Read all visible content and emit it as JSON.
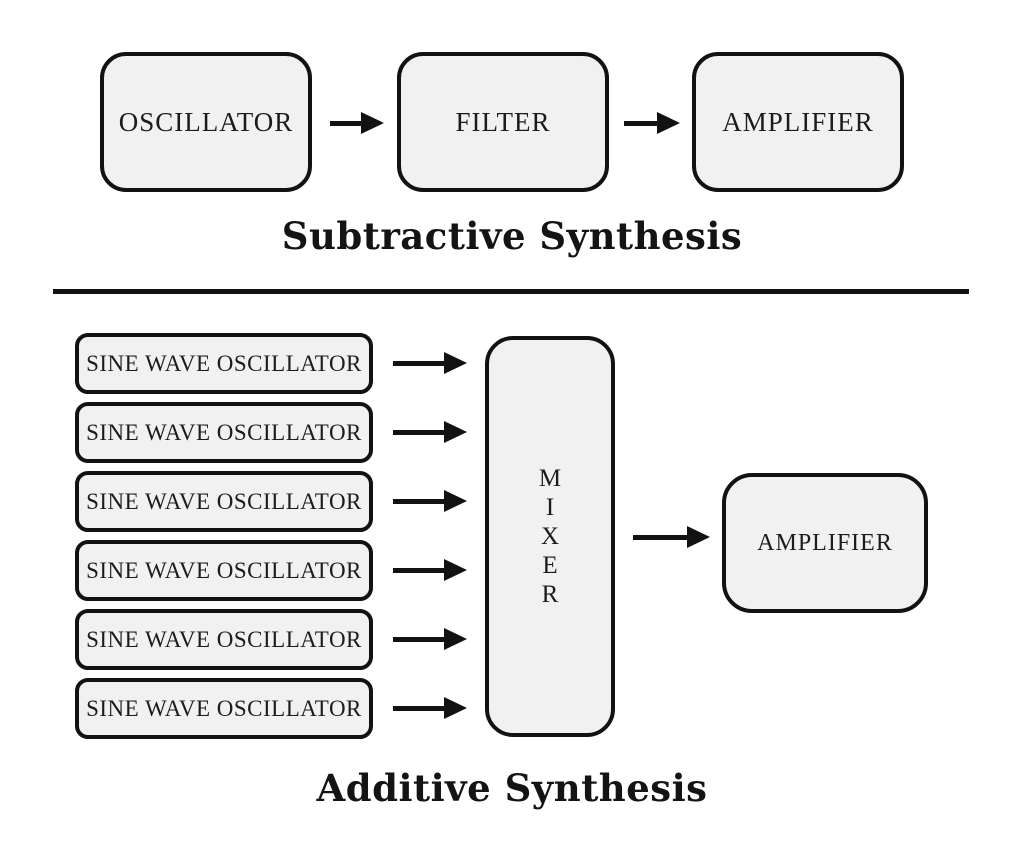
{
  "subtractive": {
    "title": "Subtractive Synthesis",
    "oscillator_label": "OSCILLATOR",
    "filter_label": "FILTER",
    "amplifier_label": "AMPLIFIER"
  },
  "additive": {
    "title": "Additive Synthesis",
    "oscillators": [
      "SINE WAVE OSCILLATOR",
      "SINE WAVE OSCILLATOR",
      "SINE WAVE OSCILLATOR",
      "SINE WAVE OSCILLATOR",
      "SINE WAVE OSCILLATOR",
      "SINE WAVE OSCILLATOR"
    ],
    "mixer": {
      "label": "MIXER",
      "letters": [
        "M",
        "I",
        "X",
        "E",
        "R"
      ]
    },
    "amplifier_label": "AMPLIFIER"
  },
  "colors": {
    "background": "#ffffff",
    "box_fill": "#f1f1f1",
    "box_border": "#121212",
    "arrow": "#121212",
    "text": "#1c1c1c"
  }
}
